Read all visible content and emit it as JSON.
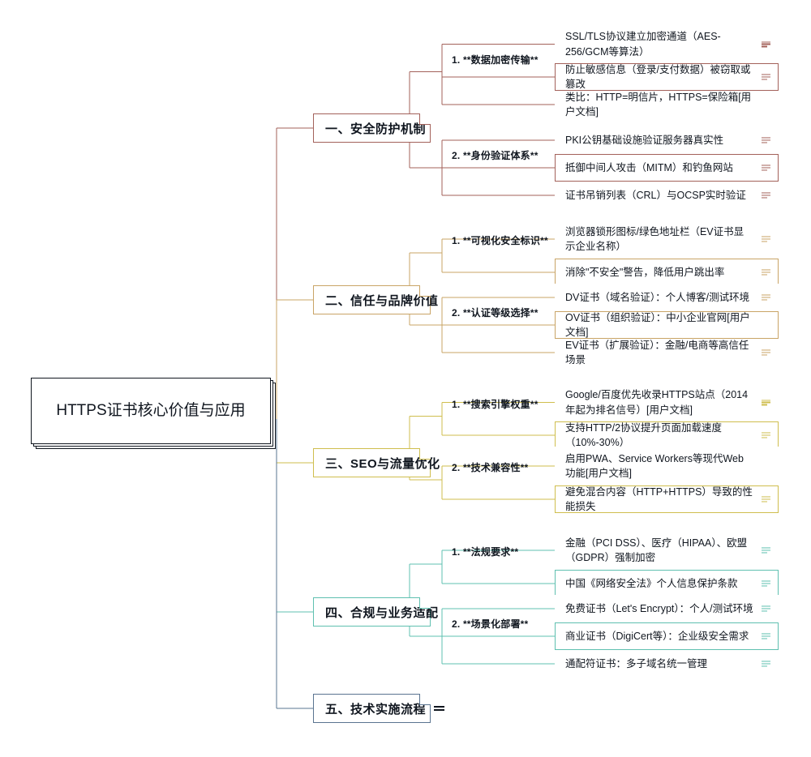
{
  "root": {
    "title": "HTTPS证书核心价值与应用"
  },
  "icons": {
    "note": "note-lines-icon",
    "dogear": "folded-corner-icon"
  },
  "branches": [
    {
      "id": "security",
      "label": "一、安全防护机制",
      "color": "#a3615a",
      "groups": [
        {
          "label": "1. **数据加密传输**",
          "leaves": [
            {
              "text": "SSL/TLS协议建立加密通道（AES-256/GCM等算法）",
              "note": true
            },
            {
              "text": "防止敏感信息（登录/支付数据）被窃取或篡改",
              "note": true
            },
            {
              "text": "类比：HTTP=明信片，HTTPS=保险箱[用户文档]",
              "note": false
            }
          ]
        },
        {
          "label": "2. **身份验证体系**",
          "leaves": [
            {
              "text": "PKI公钥基础设施验证服务器真实性",
              "note": true
            },
            {
              "text": "抵御中间人攻击（MITM）和钓鱼网站",
              "note": true
            },
            {
              "text": "证书吊销列表（CRL）与OCSP实时验证",
              "note": true
            }
          ]
        }
      ]
    },
    {
      "id": "trust",
      "label": "二、信任与品牌价值",
      "color": "#c9a466",
      "groups": [
        {
          "label": "1. **可视化安全标识**",
          "leaves": [
            {
              "text": "浏览器锁形图标/绿色地址栏（EV证书显示企业名称）",
              "note": true
            },
            {
              "text": "消除\"不安全\"警告，降低用户跳出率",
              "note": true
            }
          ]
        },
        {
          "label": "2. **认证等级选择**",
          "leaves": [
            {
              "text": "DV证书（域名验证）：个人博客/测试环境",
              "note": true
            },
            {
              "text": "OV证书（组织验证）：中小企业官网[用户文档]",
              "note": false
            },
            {
              "text": "EV证书（扩展验证）：金融/电商等高信任场景",
              "note": true
            }
          ]
        }
      ]
    },
    {
      "id": "seo",
      "label": "三、SEO与流量优化",
      "color": "#cfbe4e",
      "groups": [
        {
          "label": "1. **搜索引擎权重**",
          "leaves": [
            {
              "text": "Google/百度优先收录HTTPS站点（2014年起为排名信号）[用户文档]",
              "note": true
            },
            {
              "text": "支持HTTP/2协议提升页面加载速度（10%-30%）",
              "note": true
            }
          ]
        },
        {
          "label": "2. **技术兼容性**",
          "leaves": [
            {
              "text": "启用PWA、Service Workers等现代Web功能[用户文档]",
              "note": false
            },
            {
              "text": "避免混合内容（HTTP+HTTPS）导致的性能损失",
              "note": true
            }
          ]
        }
      ]
    },
    {
      "id": "compliance",
      "label": "四、合规与业务适配",
      "color": "#5fc0b0",
      "groups": [
        {
          "label": "1. **法规要求**",
          "leaves": [
            {
              "text": "金融（PCI DSS）、医疗（HIPAA）、欧盟（GDPR）强制加密",
              "note": true
            },
            {
              "text": "中国《网络安全法》个人信息保护条款",
              "note": true
            }
          ]
        },
        {
          "label": "2. **场景化部署**",
          "leaves": [
            {
              "text": "免费证书（Let's Encrypt）：个人/测试环境",
              "note": true
            },
            {
              "text": "商业证书（DigiCert等）：企业级安全需求",
              "note": true
            },
            {
              "text": "通配符证书：多子域名统一管理",
              "note": true
            }
          ]
        }
      ]
    },
    {
      "id": "implementation",
      "label": "五、技术实施流程",
      "color": "#5a7490",
      "has_note": true,
      "groups": []
    }
  ]
}
